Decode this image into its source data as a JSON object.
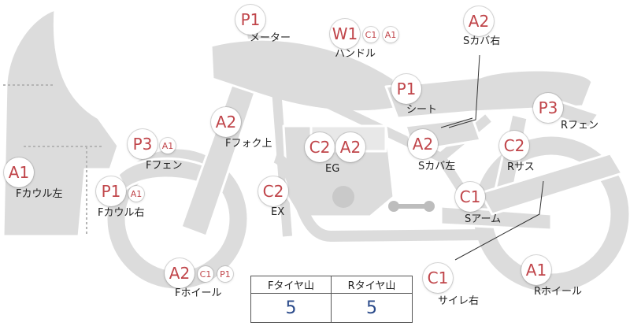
{
  "colors": {
    "body": "#dcdcdc",
    "stroke": "#ffffff",
    "badge_text": "#c0454a",
    "value_text": "#2a4a8a"
  },
  "parts": {
    "meter": {
      "label": "メーター",
      "codes": [
        "P1"
      ]
    },
    "handle": {
      "label": "ハンドル",
      "codes": [
        "W1",
        "C1",
        "A1"
      ]
    },
    "s_cover_right": {
      "label": "Sカバ右",
      "codes": [
        "A2"
      ]
    },
    "seat": {
      "label": "シート",
      "codes": [
        "P1"
      ]
    },
    "r_fender": {
      "label": "Rフェン",
      "codes": [
        "P3"
      ]
    },
    "f_fork": {
      "label": "Fフォク上",
      "codes": [
        "A2"
      ]
    },
    "eg": {
      "label": "EG",
      "codes": [
        "C2",
        "A2"
      ]
    },
    "s_cover_left": {
      "label": "Sカバ左",
      "codes": [
        "A2"
      ]
    },
    "r_sus": {
      "label": "Rサス",
      "codes": [
        "C2"
      ]
    },
    "f_fender": {
      "label": "Fフェン",
      "codes": [
        "P3",
        "A1"
      ]
    },
    "f_cowl_left": {
      "label": "Fカウル左",
      "codes": [
        "A1"
      ]
    },
    "f_cowl_right": {
      "label": "Fカウル右",
      "codes": [
        "P1",
        "A1"
      ]
    },
    "ex": {
      "label": "EX",
      "codes": [
        "C2"
      ]
    },
    "s_arm": {
      "label": "Sアーム",
      "codes": [
        "C1"
      ]
    },
    "f_wheel": {
      "label": "Fホイール",
      "codes": [
        "A2",
        "C1",
        "P1"
      ]
    },
    "silencer_right": {
      "label": "サイレ右",
      "codes": [
        "C1"
      ]
    },
    "r_wheel": {
      "label": "Rホイール",
      "codes": [
        "A1"
      ]
    }
  },
  "tire_table": {
    "front_header": "Fタイヤ山",
    "rear_header": "Rタイヤ山",
    "front_value": "5",
    "rear_value": "5"
  }
}
